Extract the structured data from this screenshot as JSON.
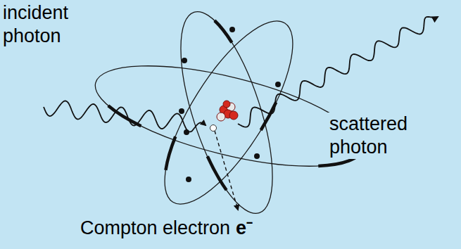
{
  "diagram": {
    "labels": [
      "incident photon",
      "scattered photon",
      "Compton electron",
      "e⁻"
    ]
  }
}
